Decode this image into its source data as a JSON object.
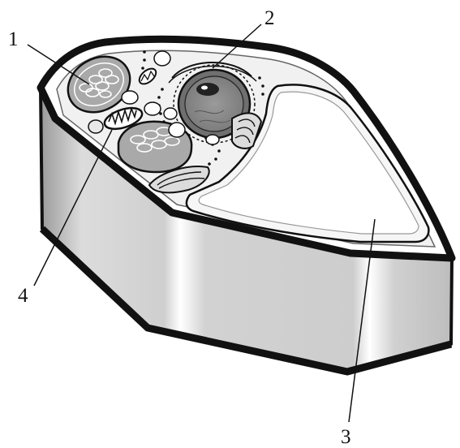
{
  "labels": {
    "label_1": "1",
    "label_2": "2",
    "label_3": "3",
    "label_4": "4"
  },
  "colors": {
    "wall_gray": "#cfcfcf",
    "organelle_gray": "#a9a9a9",
    "outline": "#111111",
    "cytoplasm": "#f1f1f1"
  }
}
